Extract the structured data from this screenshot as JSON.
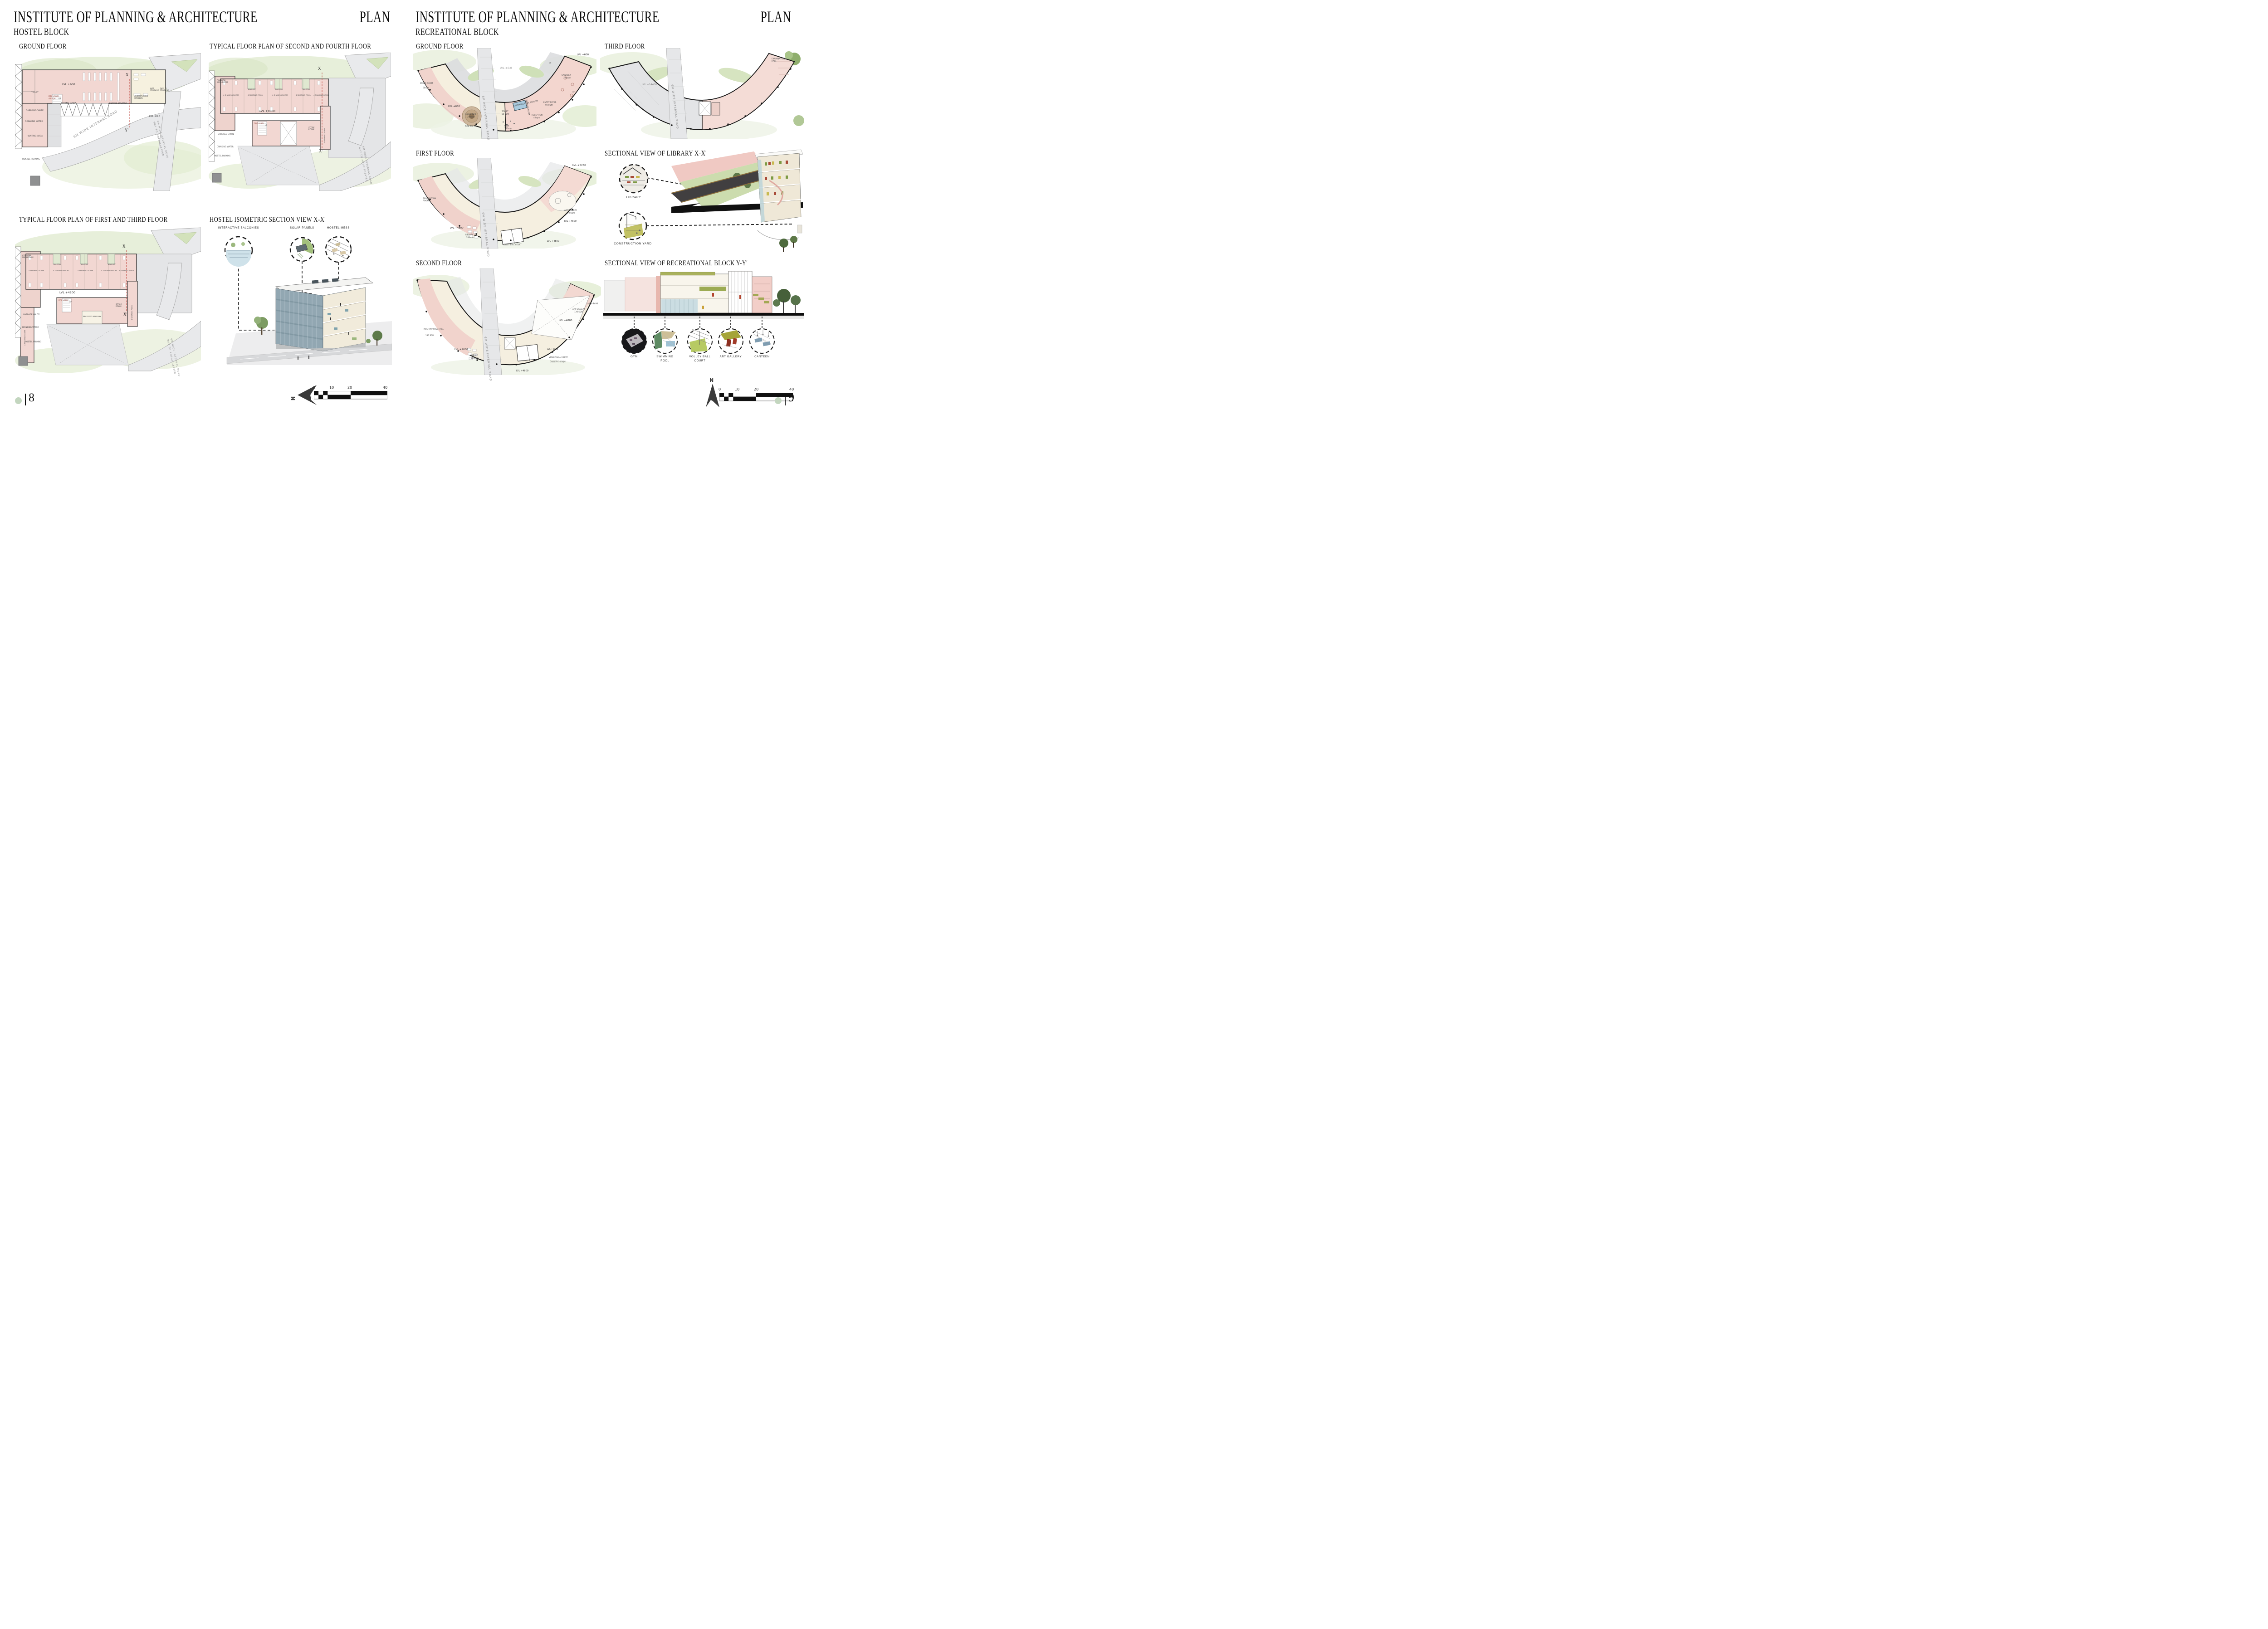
{
  "colors": {
    "accent_green": "#c3d6bf",
    "plan_pink": "#f2d7d2",
    "plan_cream": "#f5efdf",
    "lawn_green": "#e4edd6",
    "road_gray": "#e8e9eb",
    "section_red": "#b8342b",
    "ink": "#111111"
  },
  "left": {
    "title": "INSTITUTE OF PLANNING & ARCHITECTURE",
    "plan": "PLAN",
    "subtitle": "HOSTEL BLOCK",
    "page": "8",
    "north": "N",
    "scale": [
      "0",
      "10",
      "20",
      "40"
    ],
    "ground": {
      "title": "GROUND FLOOR",
      "lvl600": "LVL +600",
      "lvl0": "LVL ±0.0",
      "toilet": "TOILET",
      "fire": "FIRE LOBBY",
      "fire2": "40 SQM",
      "up": "UP",
      "dining": "DINING AREA",
      "serving": "SERVING COUNTER",
      "kitchen": "CENTRALIZED KITCHEN",
      "wet": "WET STORAGE",
      "dry": "DRY STORAGE",
      "garbage": "GARBAGE CHUTE",
      "water": "DRINKING WATER",
      "waiting": "WAITING AREA",
      "parking": "HOSTEL PARKING",
      "road": "6M WIDE INTERNAL ROAD",
      "way": "WAY TO AMPHITHEATER",
      "x": "X",
      "y2": "Y'"
    },
    "typ24": {
      "title": "TYPICAL FLOOR PLAN OF SECOND AND FOURTH FLOOR",
      "washroom": "COMMON WASHROOM",
      "room": "4 SHARING ROOM",
      "balcony": "BALCONY",
      "lvl": "LVL +9000",
      "fire": "FIRE LOBBY",
      "up": "UP",
      "store": "STORE ROOM",
      "garbage": "GARBAGE CHUTE",
      "water": "DRINKING WATER",
      "parking": "HOSTEL PARKING",
      "way": "WAY TO AMPHITHEATER",
      "road": "6M WIDE INTERNAL ROAD",
      "x": "X",
      "x2": "X'"
    },
    "typ13": {
      "title": "TYPICAL FLOOR PLAN OF FIRST AND THIRD FLOOR",
      "washroom": "COMMON WASHROOM",
      "room": "4 SHARING ROOM",
      "balcony": "BALCONY",
      "recessed": "RECESSED BALCONY",
      "lvl": "LVL +4200",
      "fire": "FIRE LOBBY",
      "up": "UP",
      "store": "STORE ROOM",
      "garbage": "GARBAGE CHUTE",
      "water": "DRINKING WATER",
      "parking": "HOSTEL PARKING",
      "way": "WAY TO AMPHITHEATER",
      "road": "6M WIDE INTERNAL ROAD",
      "x": "X",
      "x2": "X'"
    },
    "iso": {
      "title": "HOSTEL ISOMETRIC SECTION VIEW X-X'",
      "callouts": [
        "INTERACTIVE BALCONIES",
        "SOLAR PANELS",
        "HOSTEL MESS"
      ]
    }
  },
  "right": {
    "title": "INSTITUTE OF PLANNING & ARCHITECTURE",
    "plan": "PLAN",
    "subtitle": "RECREATIONAL BLOCK",
    "page": "9",
    "north": "N",
    "scale": [
      "0",
      "10",
      "20",
      "40"
    ],
    "ground": {
      "title": "GROUND FLOOR",
      "lvl0": "LVL ±0.0",
      "store": "STORE ROOM",
      "store2": "60sqm",
      "lvl600": "LVL +600",
      "yard": "Const. Yard",
      "yard2": "200sqm",
      "lvl0b": "LVL ±0.0",
      "pool": "SWIMMING POOL 100SQM",
      "toilet": "TOILET",
      "toilet2": "50 SQM",
      "changing": "CHANGING ROOM",
      "gym": "GYM",
      "gym2": "170sqm",
      "reception": "RECEPTION",
      "reception2": "40sqm",
      "foyer": "ENTRY FOYER",
      "foyer2": "90 SQM",
      "canteen": "CANTEEN",
      "canteen2": "380sqm",
      "lvl600b": "LVL +600",
      "road": "6M WIDE INTERNAL ROAD",
      "up": "UP",
      "dn": "DN"
    },
    "third": {
      "title": "THIRD FLOOR",
      "lvl": "LVL +14400",
      "exam": "EXAMINATION HALL",
      "road": "6M WIDE INTERNAL ROAD"
    },
    "first": {
      "title": "FIRST FLOOR",
      "lvl5250": "LVL +5250",
      "exam": "EXAMINATION ROOM",
      "lvl4800": "LVL +4800",
      "library": "LIBRARY",
      "library2": "200sqm",
      "art": "ART GALLERY",
      "art2": "370 SQM",
      "volley": "VOLLEY BALL COURT",
      "road": "6M WIDE INTERNAL ROAD"
    },
    "libsec": {
      "title": "SECTIONAL VIEW OF LIBRARY X-X'",
      "callouts": [
        "LIBRARY",
        "CONSTRUCTION YARD"
      ]
    },
    "second": {
      "title": "SECOND FLOOR",
      "hall": "MULTIPURPOSE HALL",
      "hall2": "180 SQM",
      "lvl9600": "LVL +9600",
      "library": "LIBRARY",
      "library2": "200sqm",
      "art": "ART GALLERY",
      "art2": "120 SQM",
      "lvl8400": "LVL +8400",
      "lvl4800": "LVL +4800",
      "volley": "VOLLEY BALL COURT",
      "volley2": "GALLERY 50 SQM",
      "road": "6M WIDE INTERNAL ROAD"
    },
    "recsec": {
      "title": "SECTIONAL VIEW OF RECREATIONAL BLOCK Y-Y'",
      "gym": "GYM",
      "swim1": "SWIMMING",
      "swim2": "POOL",
      "vb1": "VOLLEY BALL",
      "vb2": "COURT",
      "art": "ART GALLERY",
      "canteen": "CANTEEN"
    }
  }
}
